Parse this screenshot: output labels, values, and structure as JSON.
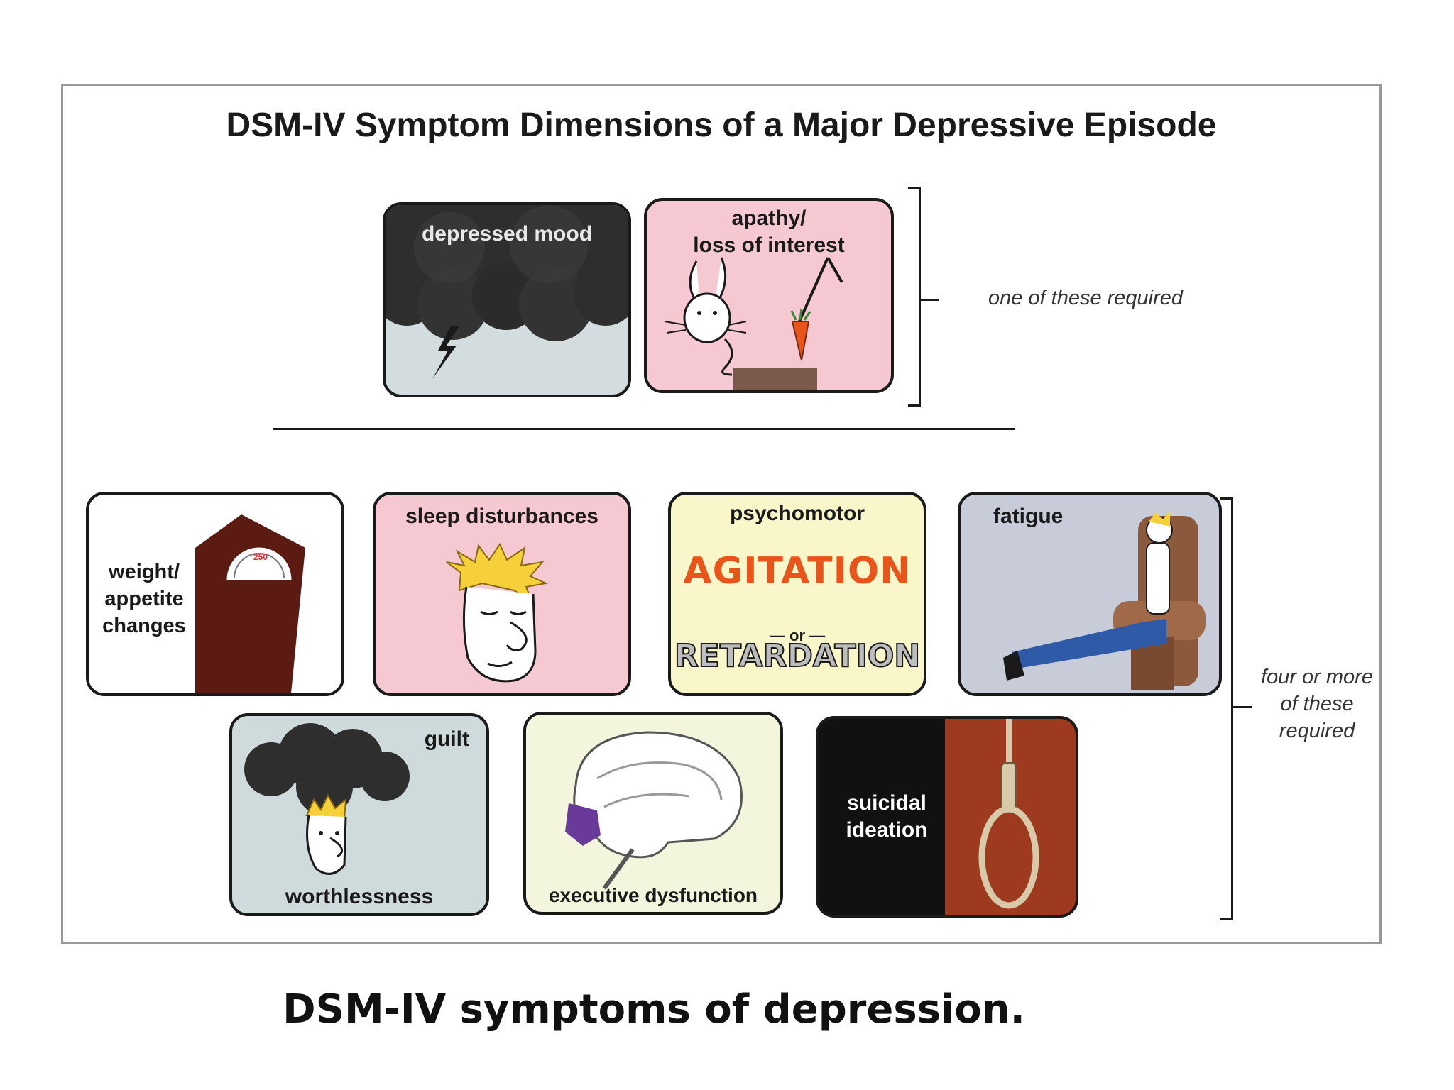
{
  "diagram": {
    "title": "DSM-IV Symptom Dimensions of a Major Depressive Episode",
    "required_group": {
      "cards": [
        {
          "label": "depressed mood"
        },
        {
          "label": "apathy/\nloss of interest"
        }
      ],
      "note": "one of these required"
    },
    "additional_group": {
      "cards": [
        {
          "label": "weight/\nappetite\nchanges",
          "scale_reading": "250"
        },
        {
          "label": "sleep disturbances"
        },
        {
          "label": "psychomotor",
          "word_top": "AGITATION",
          "connector": "or",
          "word_bottom": "RETARDATION"
        },
        {
          "label": "fatigue"
        },
        {
          "label": "guilt",
          "label_bottom": "worthlessness"
        },
        {
          "label": "executive dysfunction"
        },
        {
          "label": "suicidal\nideation"
        }
      ],
      "note": "four or more\nof these\nrequired"
    }
  },
  "caption": "DSM-IV symptoms of depression.",
  "colors": {
    "storm_dark": "#2e2e2e",
    "sky_light": "#d3dde0",
    "pink": "#f6c8d1",
    "brown": "#5b1b12",
    "cream": "#f9f7c9",
    "fatigue_bg": "#c8cbd8",
    "guilt_bg": "#cfdadc",
    "exec_bg": "#f3f5dc",
    "noose_bg": "#9e3a20",
    "agitation": "#e8541a"
  }
}
